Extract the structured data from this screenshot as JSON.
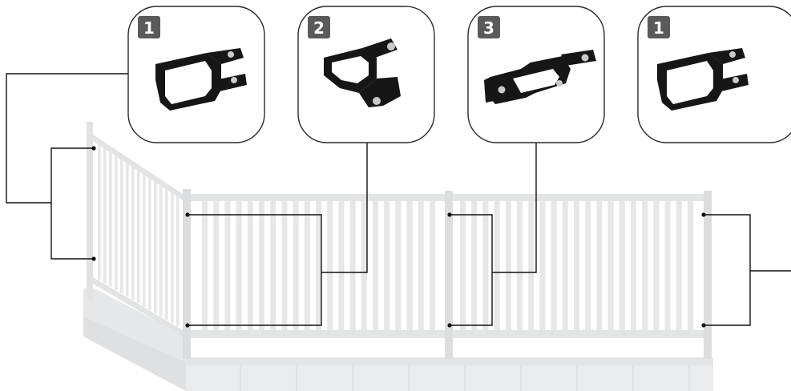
{
  "colors": {
    "fence": "#e4e5e6",
    "fence_dark": "#d2d4d6",
    "wall": "#e9eaeb",
    "wall_dark": "#dcdedf",
    "line": "#111111",
    "card_border": "#2a2a2a",
    "badge": "#5a5a5a",
    "bracket": "#161616",
    "bolt": "#c9c9c9"
  },
  "cards": [
    {
      "number": "1",
      "icon": "square-clamp-icon"
    },
    {
      "number": "2",
      "icon": "corner-clamp-icon"
    },
    {
      "number": "3",
      "icon": "double-clamp-icon"
    },
    {
      "number": "1",
      "icon": "square-clamp-icon"
    }
  ]
}
